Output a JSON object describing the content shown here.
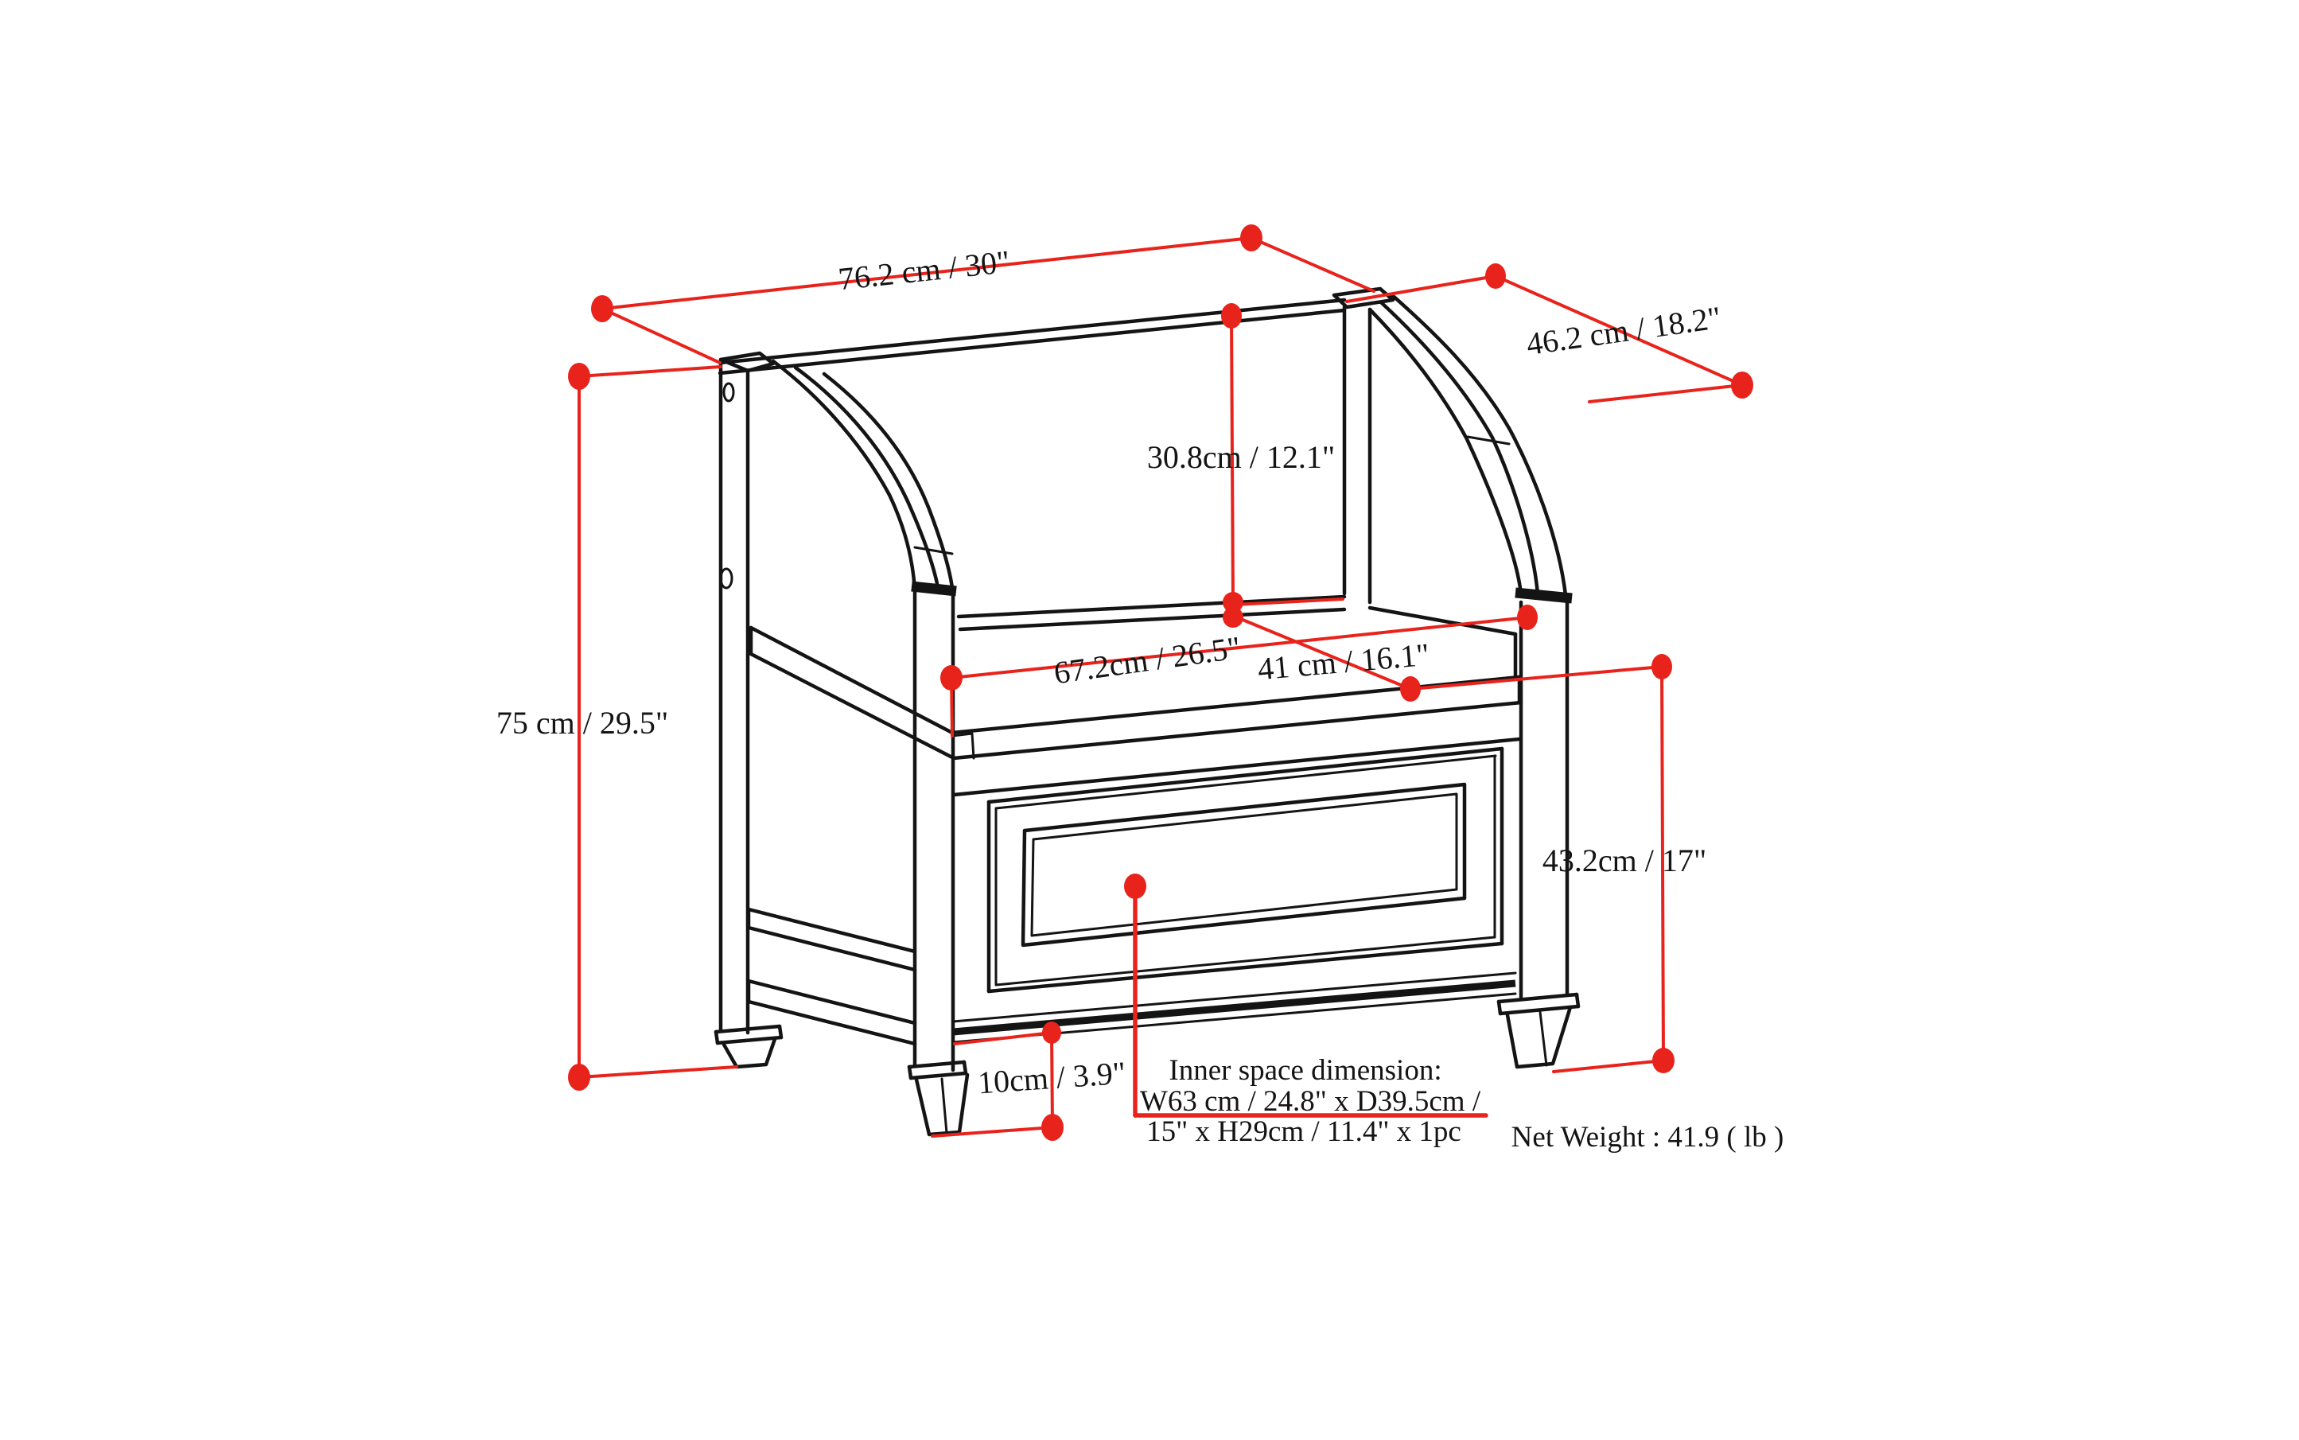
{
  "colors": {
    "background": "#ffffff",
    "line_ink": "#141414",
    "dimension_red": "#e8231c"
  },
  "diagram": {
    "product": "storage entryway bench dimension drawing",
    "dimension_labels": {
      "overall_width": "76.2 cm / 30\"",
      "overall_depth": "46.2 cm / 18.2\"",
      "backrest_height": "30.8cm / 12.1\"",
      "inner_width": "67.2cm / 26.5\"",
      "seat_depth": "41 cm / 16.1\"",
      "overall_height": "75 cm / 29.5\"",
      "floor_to_seat_height": "43.2cm / 17\"",
      "leg_height": "10cm / 3.9\""
    },
    "inner_space_note": {
      "line1": "Inner space dimension:",
      "line2": "W63 cm / 24.8\" x D39.5cm /",
      "line3": "15\" x H29cm / 11.4\" x 1pc"
    },
    "net_weight": "Net Weight : 41.9 ( lb )"
  }
}
